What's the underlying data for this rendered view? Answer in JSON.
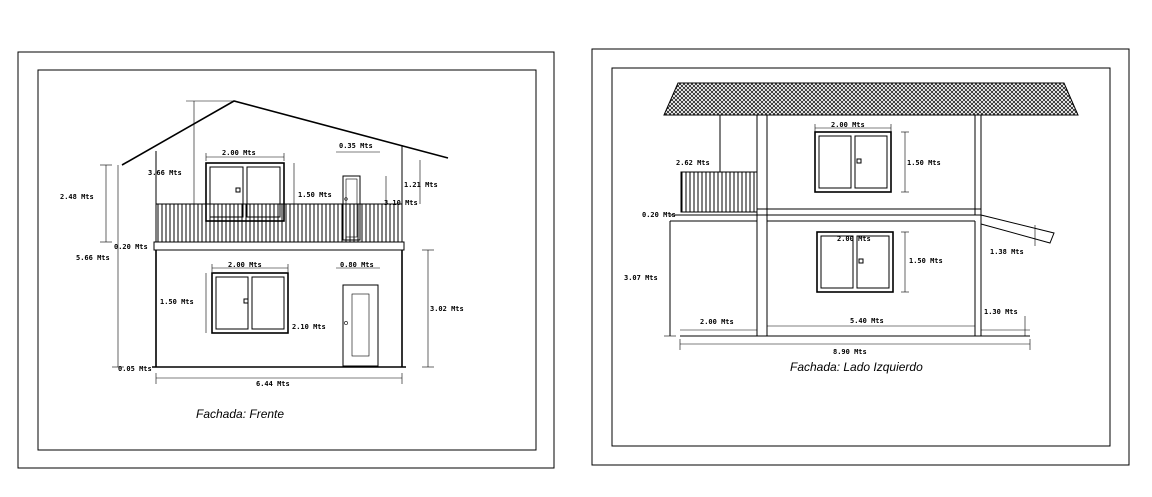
{
  "front": {
    "caption": "Fachada: Frente",
    "dims": {
      "upper_window_width": "2.00 Mts",
      "door_width_upper": "0.35 Mts",
      "gable_height": "3.66 Mts",
      "left_upper_height": "2.48 Mts",
      "upper_window_height": "1.50 Mts",
      "right_upper_height": "1.21 Mts",
      "balcony_right": "3.10 Mts",
      "slab": "0.20 Mts",
      "total_height": "5.66 Mts",
      "lower_window_width": "2.00 Mts",
      "lower_door_width": "0.80 Mts",
      "lower_window_height": "1.50 Mts",
      "lower_window_sill": "2.10 Mts",
      "lower_right_height": "3.02 Mts",
      "base": "0.05 Mts",
      "total_width": "6.44 Mts"
    }
  },
  "side": {
    "caption": "Fachada: Lado Izquierdo",
    "dims": {
      "upper_window_width": "2.00 Mts",
      "upper_window_height": "1.50 Mts",
      "balcony_height": "2.62 Mts",
      "slab": "0.20 Mts",
      "lower_window_width": "2.00 Mts",
      "lower_window_height": "1.50 Mts",
      "canopy": "1.38 Mts",
      "lower_height": "3.07 Mts",
      "left_span": "2.00 Mts",
      "mid_span": "5.40 Mts",
      "right_span": "1.30 Mts",
      "total_width": "8.90 Mts"
    }
  }
}
